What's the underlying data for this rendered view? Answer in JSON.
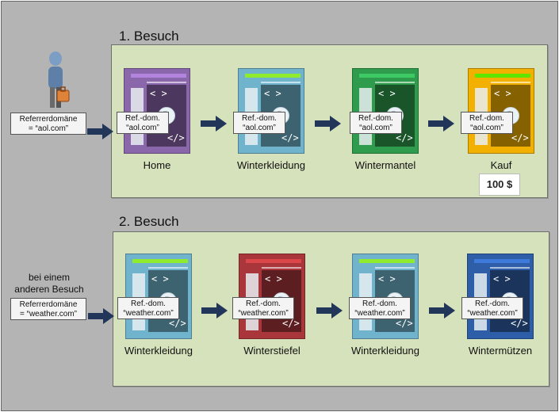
{
  "visit1": {
    "title": "1. Besuch",
    "referrer_label": "Referrerdomäne",
    "referrer_value": "= “aol.com”",
    "steps": [
      {
        "caption": "Home",
        "ref_line1": "Ref.-dom.",
        "ref_line2": "“aol.com”",
        "color": "#8a66aa"
      },
      {
        "caption": "Winterkleidung",
        "ref_line1": "Ref.-dom.",
        "ref_line2": "“aol.com”",
        "color": "#6fb4cc"
      },
      {
        "caption": "Wintermantel",
        "ref_line1": "Ref.-dom.",
        "ref_line2": "“aol.com”",
        "color": "#2f9b4d"
      },
      {
        "caption": "Kauf",
        "ref_line1": "Ref.-dom.",
        "ref_line2": "“aol.com”",
        "color": "#f2b100"
      }
    ],
    "price": "100 $"
  },
  "visit2": {
    "title": "2. Besuch",
    "note_line1": "bei einem",
    "note_line2": "anderen Besuch",
    "referrer_label": "Referrerdomäne",
    "referrer_value": "= “weather.com”",
    "steps": [
      {
        "caption": "Winterkleidung",
        "ref_line1": "Ref.-dom.",
        "ref_line2": "“weather.com”",
        "color": "#6fb4cc"
      },
      {
        "caption": "Winterstiefel",
        "ref_line1": "Ref.-dom.",
        "ref_line2": "“weather.com”",
        "color": "#a8363a"
      },
      {
        "caption": "Winterkleidung",
        "ref_line1": "Ref.-dom.",
        "ref_line2": "“weather.com”",
        "color": "#6fb4cc"
      },
      {
        "caption": "Wintermützen",
        "ref_line1": "Ref.-dom.",
        "ref_line2": "“weather.com”",
        "color": "#2f5ea8"
      }
    ]
  },
  "icons": {
    "person": "person-with-suitcase-icon",
    "arrow": "arrow-right-icon",
    "webpage": "webpage-icon",
    "globe": "globe-icon"
  },
  "colors": {
    "background": "#b4b4b4",
    "panel": "#d6e2bc",
    "arrow": "#22365a"
  }
}
